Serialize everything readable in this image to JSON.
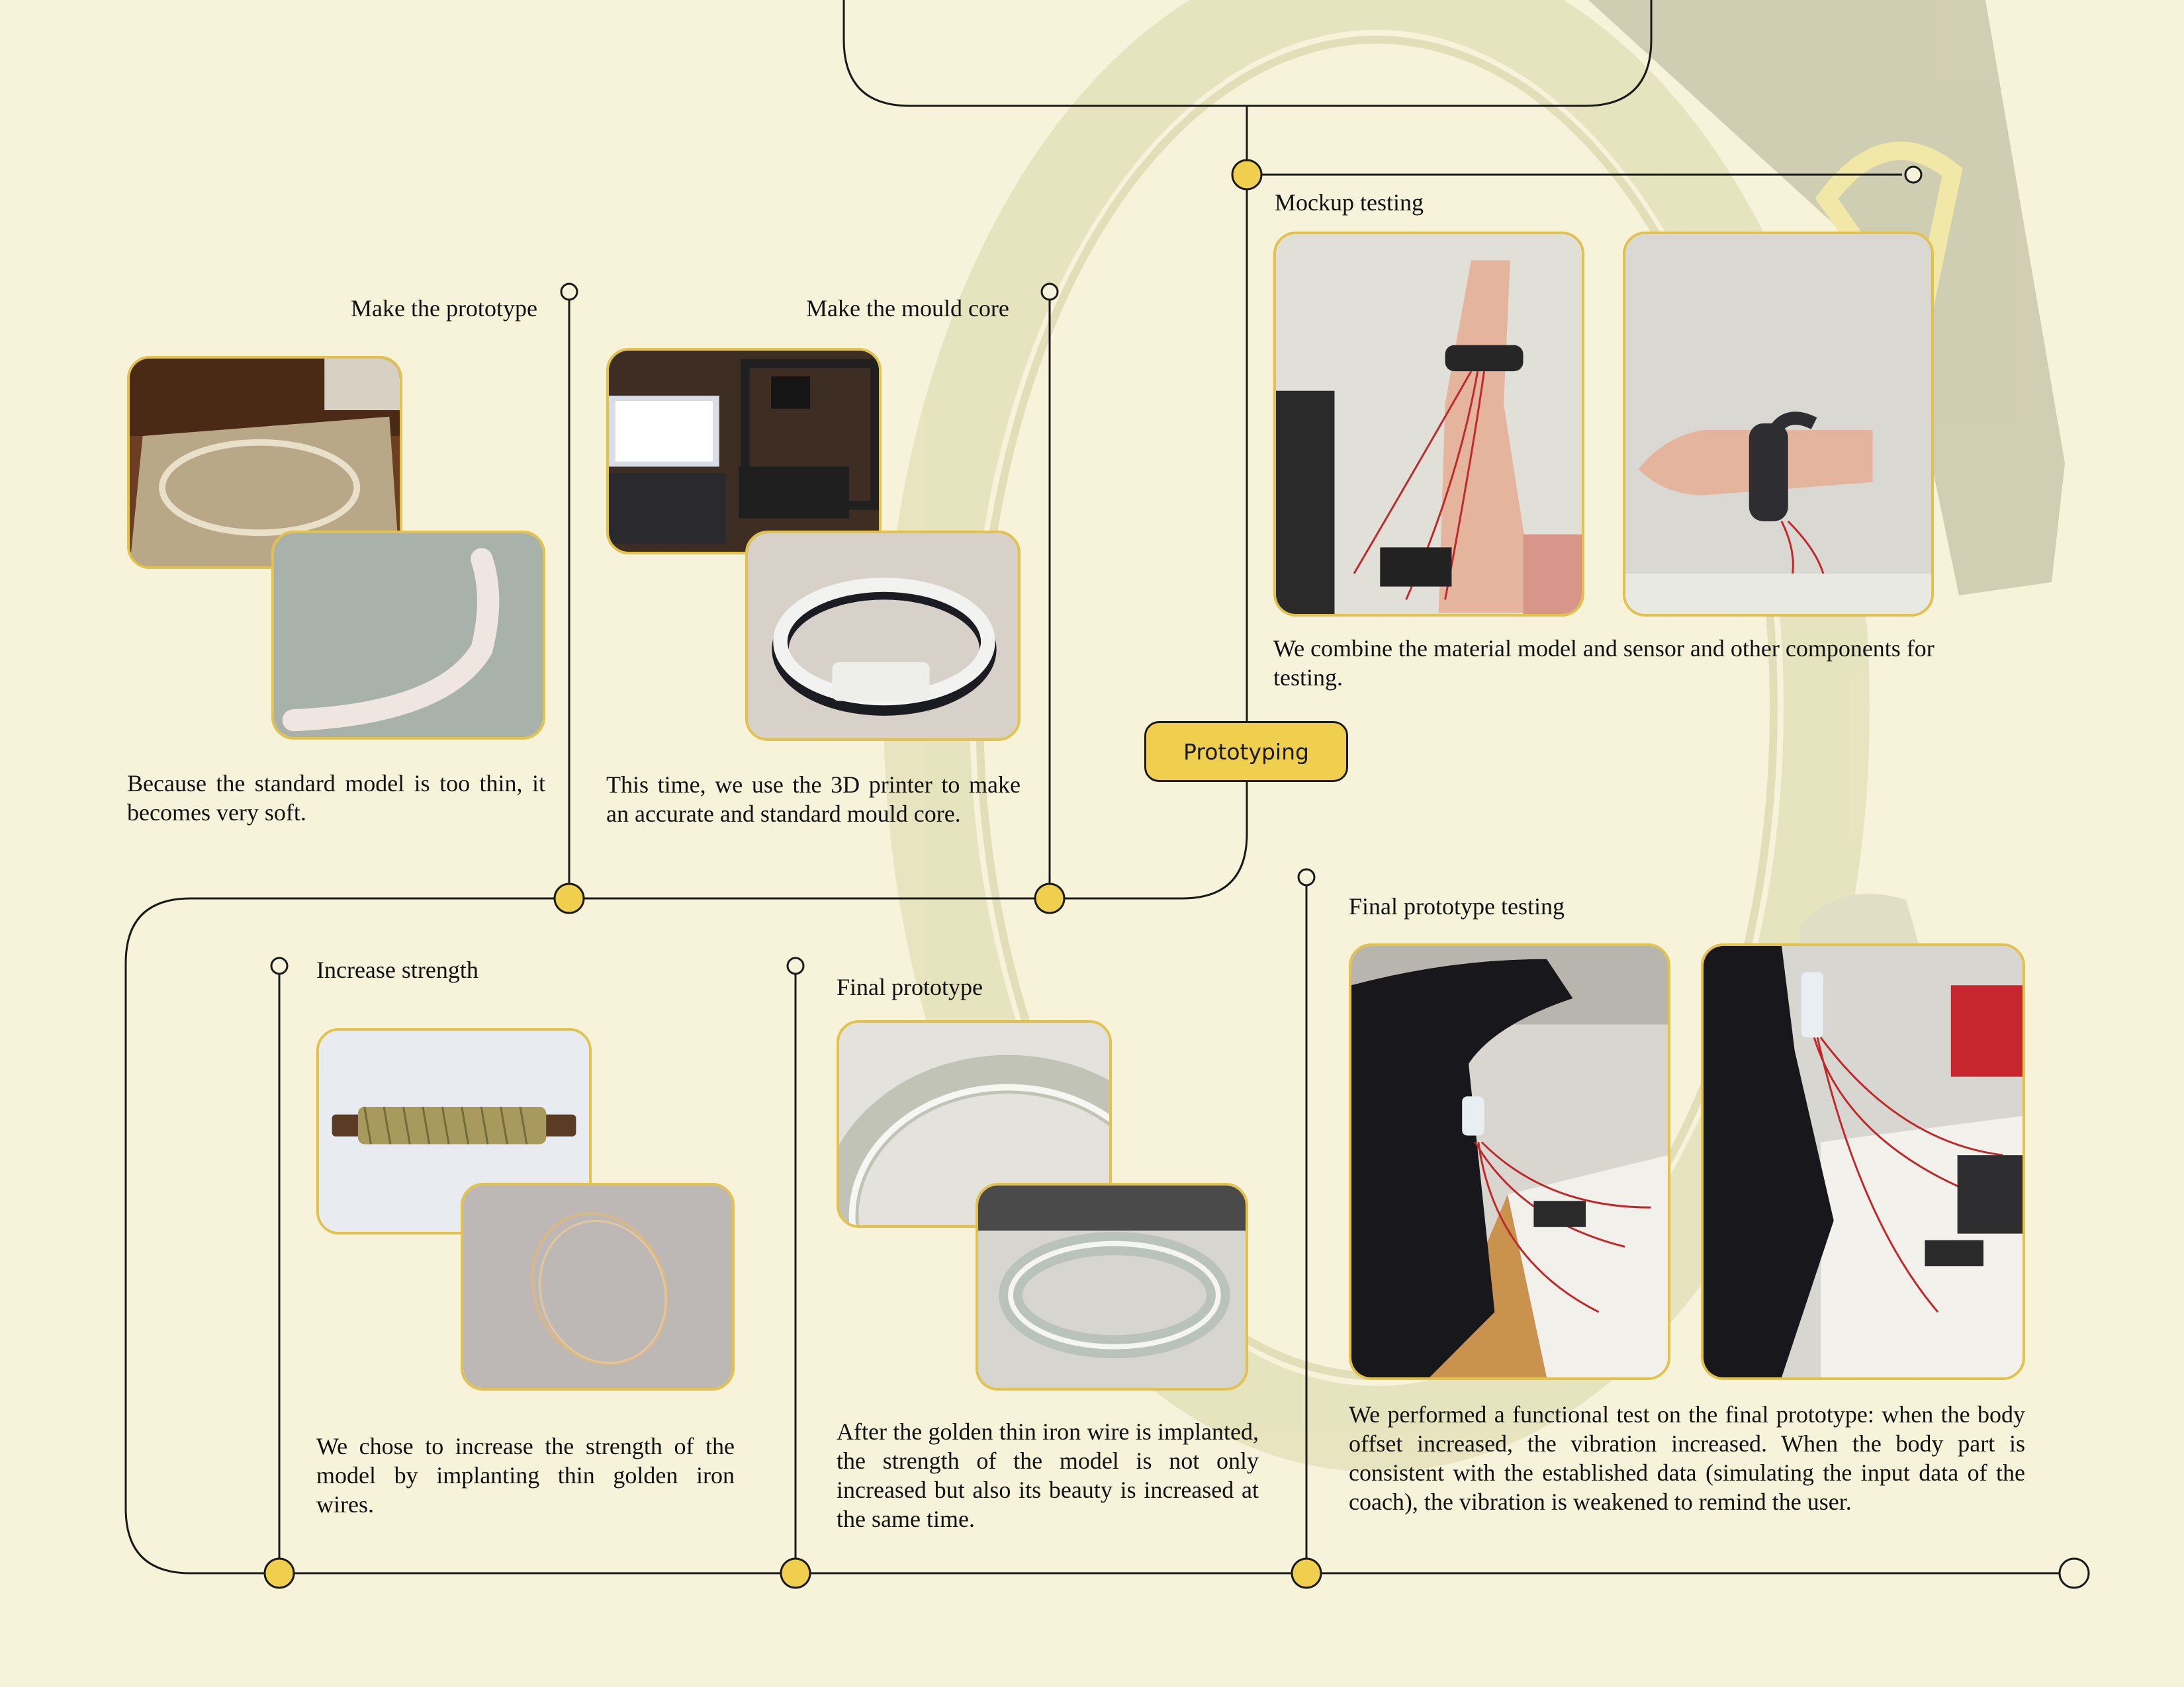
{
  "colors": {
    "background": "#f7f3da",
    "accent": "#f0cf4e",
    "photo_border": "#e2c14c",
    "line": "#1a1a1a"
  },
  "prototyping_button": {
    "label": "Prototyping"
  },
  "steps": {
    "make_prototype": {
      "title": "Make the prototype",
      "text": "Because the standard model is too thin, it becomes very soft."
    },
    "make_mould_core": {
      "title": "Make the mould core",
      "text": "This time, we use the 3D printer to make an accurate and standard mould core."
    },
    "mockup_testing": {
      "title": "Mockup testing",
      "text": "We combine the material model and sensor and other components for testing."
    },
    "increase_strength": {
      "title": "Increase strength",
      "text": "We chose to increase the strength of the model by implanting thin golden iron wires."
    },
    "final_prototype": {
      "title": "Final prototype",
      "text": "After the golden thin iron wire is implanted, the strength of the model is not only increased but also its beauty is increased at the same time."
    },
    "final_prototype_testing": {
      "title": "Final prototype testing",
      "text": "We performed a functional test on the final prototype: when the body offset increased, the vibration increased. When the body part is consistent with the established data (simulating the input data of the coach), the vibration is weakened to remind the user."
    }
  },
  "photos": {
    "proto_top": "silicone-mould-photo",
    "proto_bottom": "thin-strip-photo",
    "mould_top": "3d-printer-photo",
    "mould_bottom": "mould-core-photo",
    "mock_left": "wrist-mockup-photo",
    "mock_right": "wrist-worn-mockup-photo",
    "strength_top": "wire-spool-photo",
    "strength_bottom": "wire-loop-photo",
    "final_top": "clear-ring-closeup-photo",
    "final_bottom": "clear-ring-photo",
    "test_left": "arm-test-photo-1",
    "test_right": "arm-test-photo-2"
  }
}
